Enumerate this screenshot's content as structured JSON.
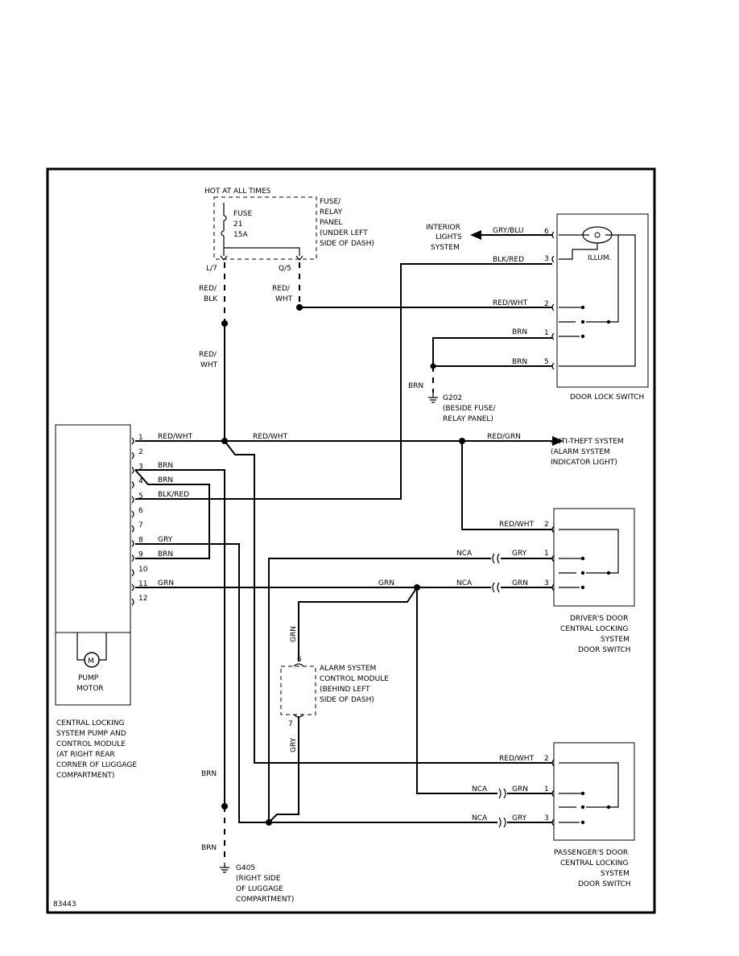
{
  "diagram_id": "83443",
  "power": {
    "hot_label": "HOT AT ALL TIMES",
    "fuse_line1": "FUSE",
    "fuse_line2": "21",
    "fuse_line3": "15A",
    "panel": [
      "FUSE/",
      "RELAY",
      "PANEL",
      "(UNDER LEFT",
      "SIDE OF DASH)"
    ],
    "term_left": "L/7",
    "term_right": "Q/5"
  },
  "wires": {
    "red_blk": [
      "RED/",
      "BLK"
    ],
    "red_wht_stack": [
      "RED/",
      "WHT"
    ],
    "red_wht_right": [
      "RED/",
      "WHT"
    ],
    "red_wht": "RED/WHT",
    "red_grn": "RED/GRN",
    "brn": "BRN",
    "blk_red": "BLK/RED",
    "gry": "GRY",
    "grn": "GRN",
    "gry_blu": "GRY/BLU",
    "nca": "NCA"
  },
  "door_lock_switch": {
    "label": "DOOR LOCK SWITCH",
    "illum": "ILLUM.",
    "pins": [
      "6",
      "3",
      "2",
      "1",
      "5"
    ]
  },
  "interior_lights": [
    "INTERIOR",
    "LIGHTS",
    "SYSTEM"
  ],
  "ground_g202": [
    "G202",
    "(BESIDE FUSE/",
    "RELAY PANEL)"
  ],
  "anti_theft": [
    "ANTI-THEFT SYSTEM",
    "(ALARM SYSTEM",
    "INDICATOR LIGHT)"
  ],
  "pump_module": {
    "pins": [
      "1",
      "2",
      "3",
      "4",
      "5",
      "6",
      "7",
      "8",
      "9",
      "10",
      "11",
      "12"
    ],
    "motor_symbol": "M",
    "motor_label": [
      "PUMP",
      "MOTOR"
    ],
    "label": [
      "CENTRAL LOCKING",
      "SYSTEM PUMP AND",
      "CONTROL MODULE",
      "(AT RIGHT REAR",
      "CORNER OF LUGGAGE",
      "COMPARTMENT)"
    ]
  },
  "alarm_module": {
    "label": [
      "ALARM SYSTEM",
      "CONTROL MODULE",
      "(BEHIND LEFT",
      "SIDE OF DASH)"
    ],
    "pin_top": "6",
    "pin_bottom": "7"
  },
  "drivers_switch": {
    "label": [
      "DRIVER'S DOOR",
      "CENTRAL LOCKING",
      "SYSTEM",
      "DOOR SWITCH"
    ],
    "pins": [
      "2",
      "1",
      "3"
    ]
  },
  "passengers_switch": {
    "label": [
      "PASSENGER'S DOOR",
      "CENTRAL LOCKING",
      "SYSTEM",
      "DOOR SWITCH"
    ],
    "pins": [
      "2",
      "1",
      "3"
    ]
  },
  "ground_g405": [
    "G405",
    "(RIGHT SIDE",
    "OF LUGGAGE",
    "COMPARTMENT)"
  ]
}
